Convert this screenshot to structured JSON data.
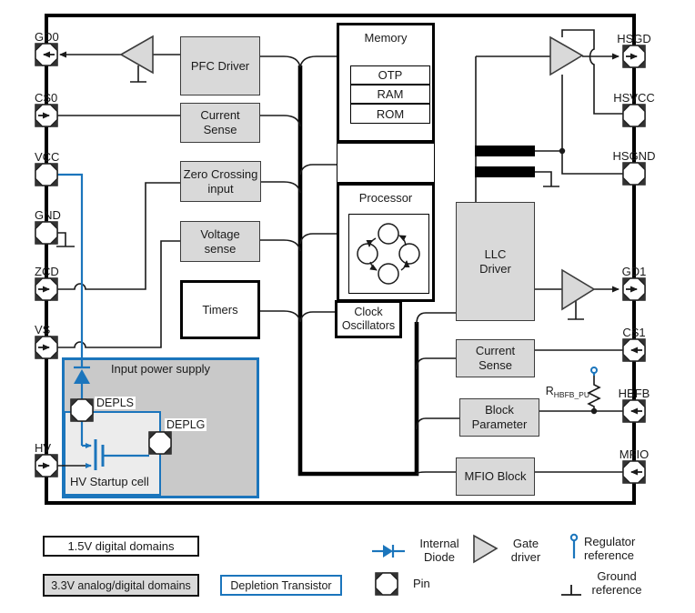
{
  "pins": {
    "gd0": "GD0",
    "cs0": "CS0",
    "vcc": "VCC",
    "gnd": "GND",
    "zcd": "ZCD",
    "vs": "VS",
    "hv": "HV",
    "hsgd": "HSGD",
    "hsvcc": "HSVCC",
    "hsgnd": "HSGND",
    "gd1": "GD1",
    "cs1": "CS1",
    "hbfb": "HBFB",
    "mfio": "MFIO",
    "depls": "DEPLS",
    "deplg": "DEPLG"
  },
  "blocks": {
    "pfc_driver": "PFC Driver",
    "current_sense_pfc": "Current Sense",
    "zero_crossing": "Zero Crossing input",
    "voltage_sense": "Voltage sense",
    "timers": "Timers",
    "memory": "Memory",
    "processor": "Processor",
    "clock_oscillators": "Clock Oscillators",
    "llc_driver": "LLC Driver",
    "current_sense_llc": "Current Sense",
    "block_parameter": "Block Parameter",
    "mfio_block": "MFIO Block",
    "input_power_supply": "Input power supply",
    "hv_startup_cell": "HV Startup cell"
  },
  "memory_rows": [
    "OTP",
    "RAM",
    "ROM"
  ],
  "labels": {
    "resistor_base": "R",
    "resistor_sub": "HBFB_PU"
  },
  "legend": {
    "digital_domains": "1.5V digital domains",
    "analog_domains": "3.3V analog/digital domains",
    "depletion_transistor": "Depletion Transistor",
    "internal_diode": "Internal Diode",
    "gate_driver": "Gate driver",
    "pin": "Pin",
    "regulator_reference": "Regulator reference",
    "ground_reference": "Ground reference"
  },
  "colors": {
    "accent_blue": "#1b75bc",
    "block_gray": "#d9d9d9",
    "supply_gray": "#c9c9c9",
    "startup_cell_gray": "#ececec",
    "line_black": "#000000"
  }
}
